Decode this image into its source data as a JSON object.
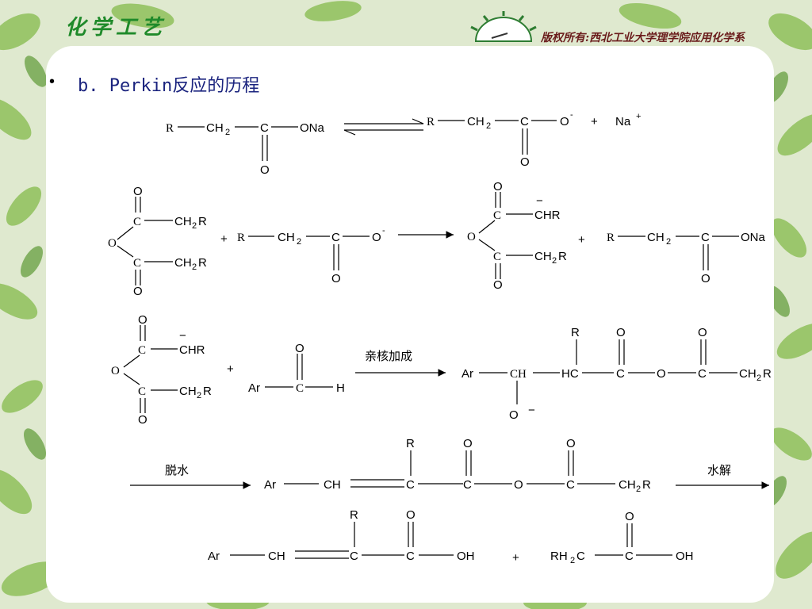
{
  "header": {
    "left_text": "化学工艺",
    "right_text": "版权所有:西北工业大学理学院应用化学系"
  },
  "slide": {
    "bullet": "•",
    "title": "b. Perkin反应的历程"
  },
  "atoms": {
    "R": "R",
    "C": "C",
    "O": "O",
    "H": "H",
    "Ar": "Ar",
    "CH": "CH",
    "HC": "HC",
    "CH2": "CH",
    "sub2": "2",
    "ONa": "ONa",
    "Na": "Na",
    "OH": "OH",
    "CH2R_a": "CH",
    "CH2R_b": "R",
    "CHR": "CHR",
    "RH2C_a": "RH",
    "RH2C_b": "C",
    "plus": "+",
    "minus": "−",
    "minus_sup": "-"
  },
  "labels": {
    "nucleophilic_addition": "亲核加成",
    "dehydration": "脱水",
    "hydrolysis": "水解"
  },
  "colors": {
    "title": "#1a237e",
    "ink": "#000000",
    "leaf": "#7fb24a"
  }
}
